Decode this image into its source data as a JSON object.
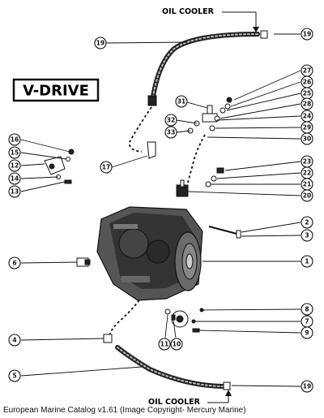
{
  "title": "V-DRIVE",
  "oil_cooler_top": "OIL COOLER",
  "oil_cooler_bottom": "OIL COOLER",
  "caption": "European Marine Catalog v1.61 (Image Copyright- Mercury Marine)",
  "callouts": [
    "19",
    "19",
    "31",
    "27",
    "26",
    "25",
    "28",
    "24",
    "32",
    "33",
    "29",
    "30",
    "16",
    "15",
    "12",
    "14",
    "13",
    "17",
    "23",
    "22",
    "21",
    "20",
    "2",
    "3",
    "6",
    "1",
    "8",
    "7",
    "9",
    "4",
    "11",
    "10",
    "5",
    "19"
  ]
}
